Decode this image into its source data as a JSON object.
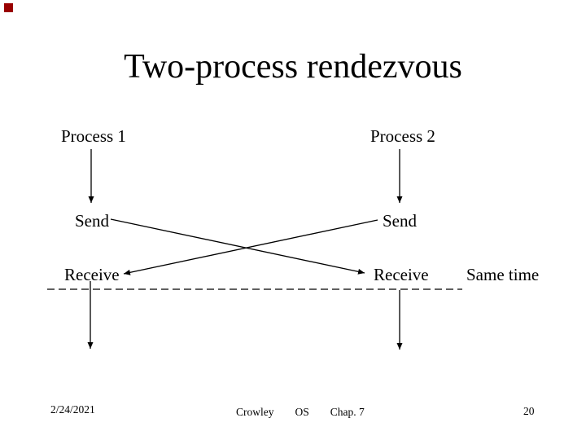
{
  "slide": {
    "title": "Two-process rendezvous",
    "background_color": "#ffffff",
    "text_color": "#000000",
    "line_color": "#000000",
    "corner_marker_color": "#990000"
  },
  "diagram": {
    "process1_label": "Process 1",
    "process2_label": "Process 2",
    "process1_send_label": "Send",
    "process2_send_label": "Send",
    "process1_receive_label": "Receive",
    "process2_receive_label": "Receive",
    "same_time_label": "Same time"
  },
  "footer": {
    "date": "2/24/2021",
    "credit_parts": [
      "Crowley",
      "OS",
      "Chap. 7"
    ],
    "page_number": "20"
  }
}
